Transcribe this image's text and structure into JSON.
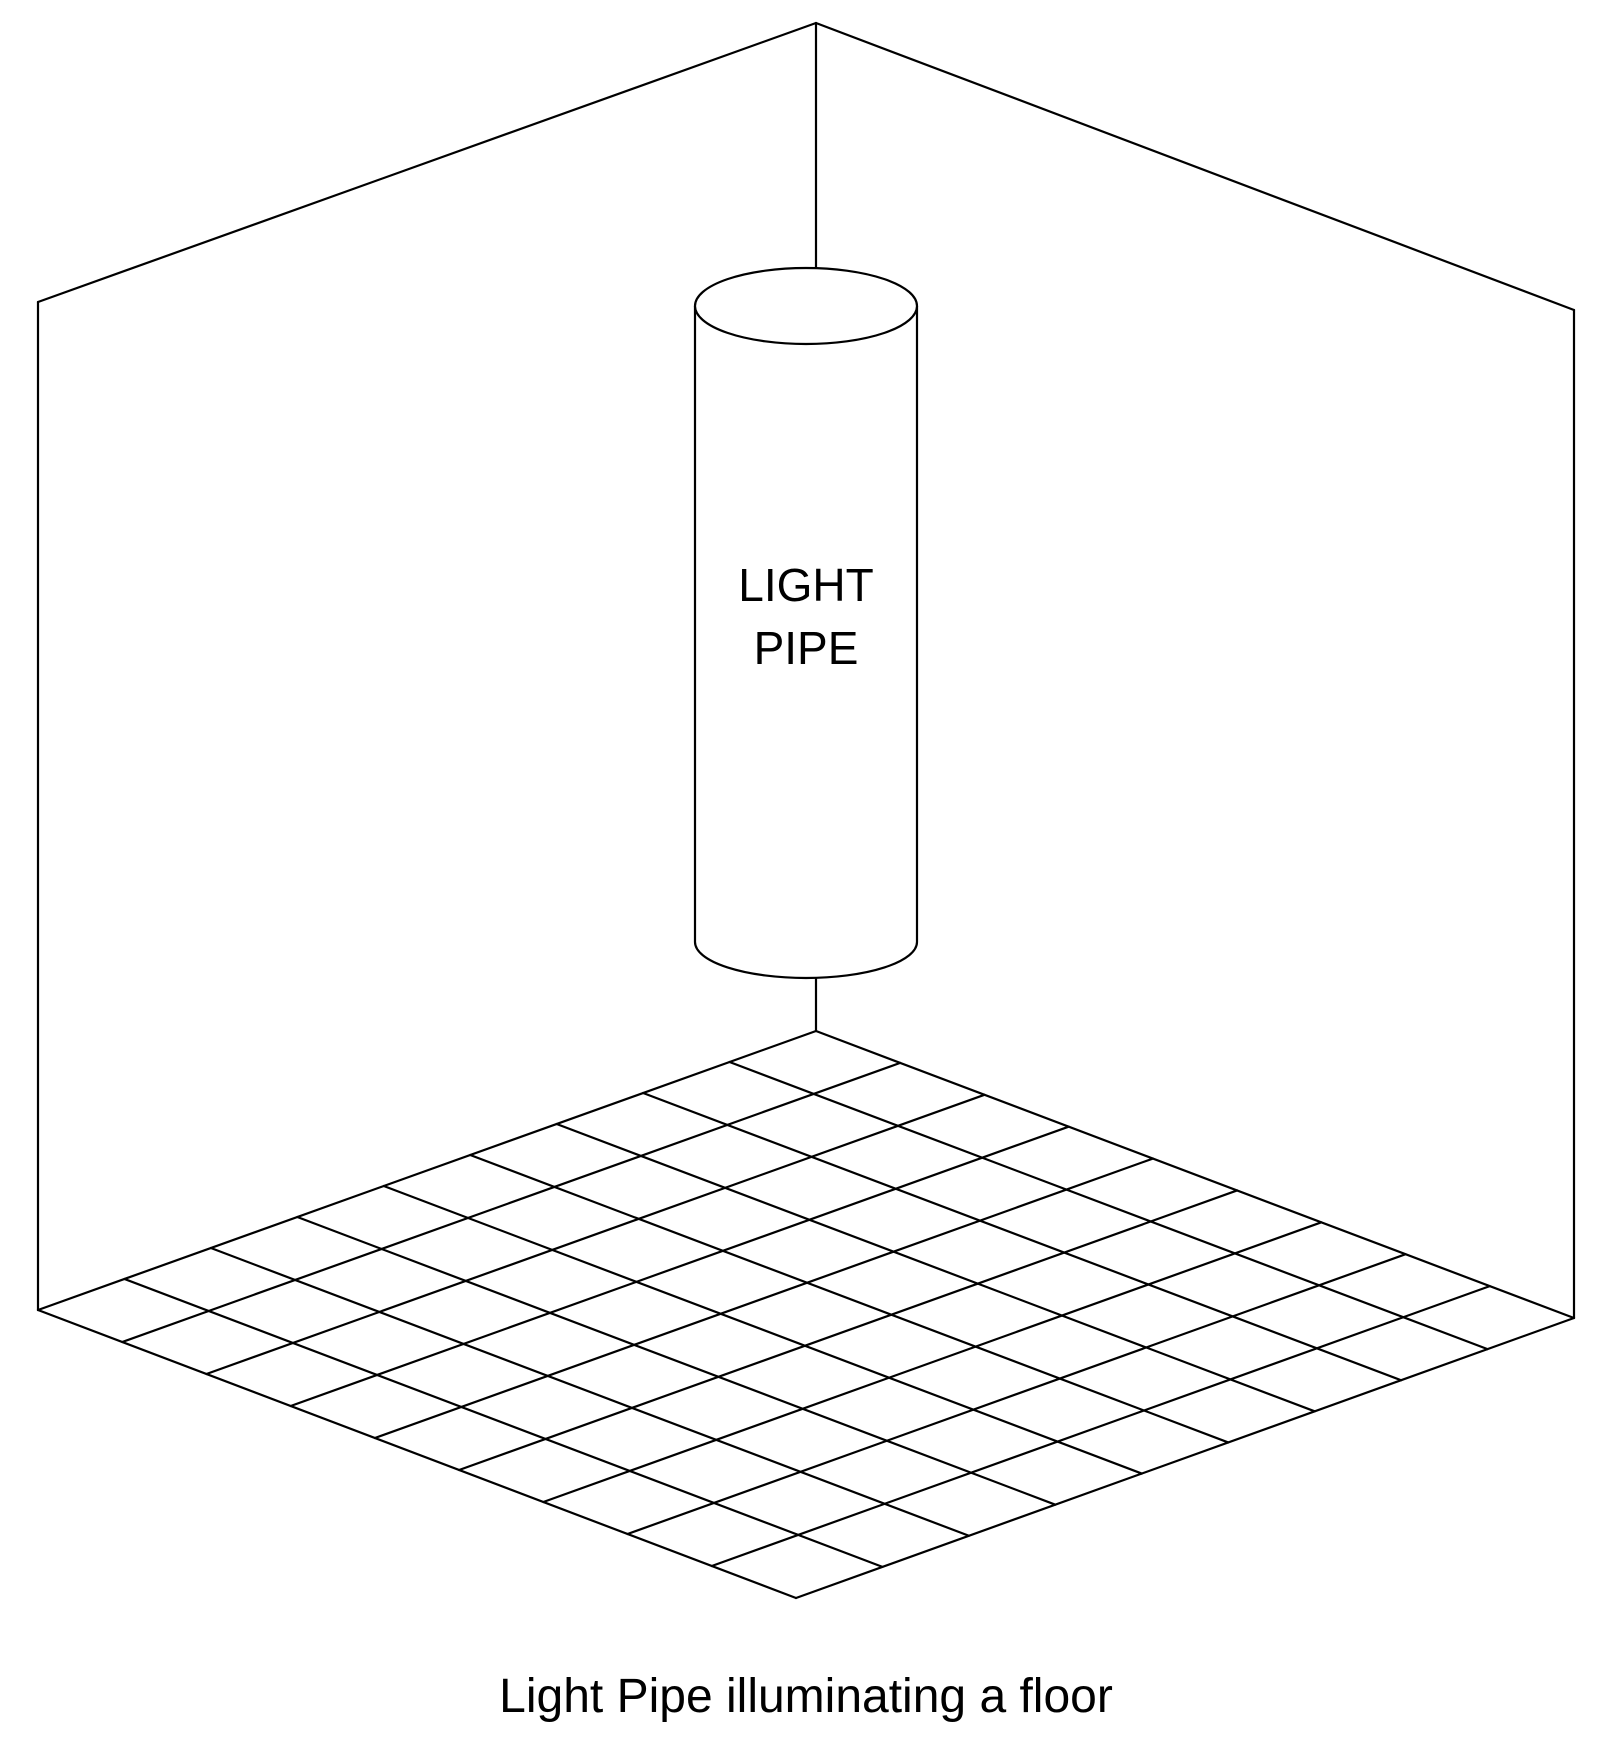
{
  "diagram": {
    "pipe_label_line1": "LIGHT",
    "pipe_label_line2": "PIPE",
    "caption": "Light Pipe illuminating a floor"
  },
  "floor_grid": {
    "divisions": 9
  },
  "colors": {
    "stroke": "#000000",
    "background": "#ffffff"
  }
}
